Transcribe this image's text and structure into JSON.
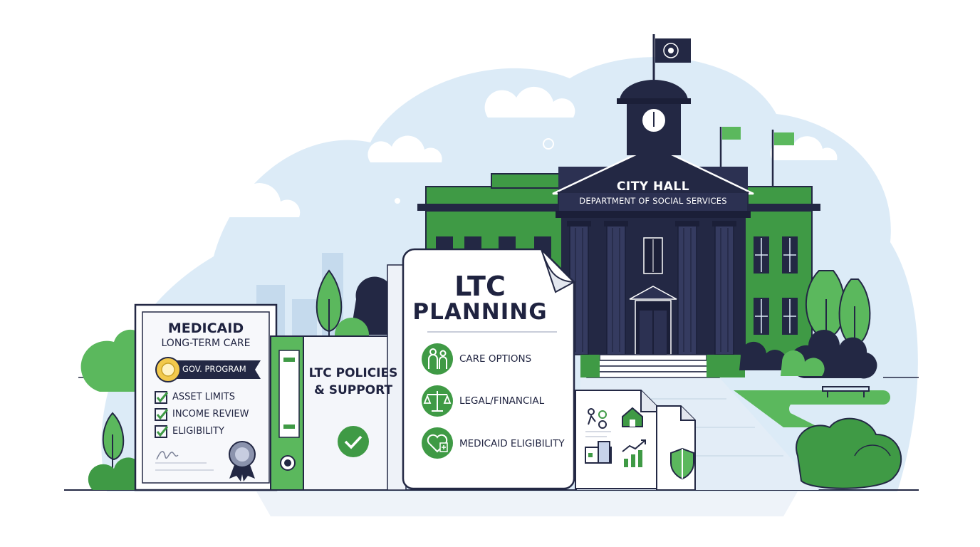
{
  "building": {
    "title": "CITY HALL",
    "subtitle": "DEPARTMENT OF SOCIAL SERVICES"
  },
  "medicaid_card": {
    "title": "MEDICAID",
    "subtitle": "LONG-TERM CARE",
    "badge": "GOV. PROGRAM",
    "checklist": [
      "ASSET LIMITS",
      "INCOME REVIEW",
      "ELIGIBILITY"
    ]
  },
  "binder": {
    "label": "LTC POLICIES & SUPPORT"
  },
  "planning_doc": {
    "title": "LTC",
    "subtitle": "PLANNING",
    "options": [
      "CARE OPTIONS",
      "LEGAL/FINANCIAL",
      "MEDICAID ELIGIBILITY"
    ]
  },
  "colors": {
    "navy": "#232844",
    "green": "#3f9a45",
    "light_green": "#5bb85d",
    "sky": "#d8e8f5",
    "paper": "#f7f8fb"
  },
  "icons": {
    "care_options": "family-care-icon",
    "legal_financial": "scales-icon",
    "medicaid_eligibility": "heart-medical-icon"
  }
}
